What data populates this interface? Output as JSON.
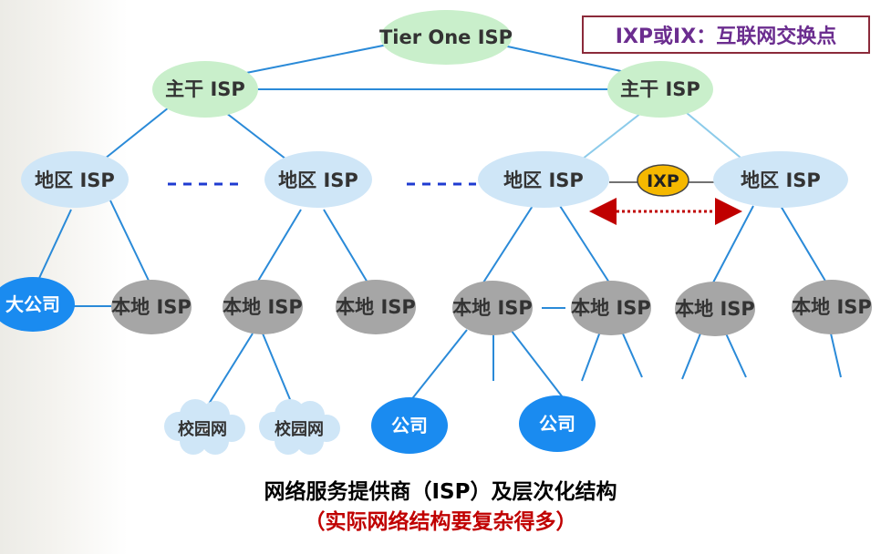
{
  "legend": "IXP或IX：互联网交换点",
  "caption": {
    "title": "网络服务提供商（ISP）及层次化结构",
    "subtitle": "（实际网络结构要复杂得多）"
  },
  "nodes": {
    "tier_one": "Tier One ISP",
    "backbone_left": "主干 ISP",
    "backbone_right": "主干 ISP",
    "region_1": "地区 ISP",
    "region_2": "地区 ISP",
    "region_3": "地区 ISP",
    "region_4": "地区 ISP",
    "ixp": "IXP",
    "big_company": "大公司",
    "local_1": "本地 ISP",
    "local_2": "本地 ISP",
    "local_3": "本地 ISP",
    "local_4": "本地 ISP",
    "local_5": "本地 ISP",
    "local_6": "本地 ISP",
    "local_7": "本地 ISP",
    "campus_1": "校园网",
    "campus_2": "校园网",
    "company_1": "公司",
    "company_2": "公司"
  },
  "colors": {
    "green_node": "#c9efcb",
    "blue_region": "#cfe6f7",
    "gray_local": "#a6a6a6",
    "blue_company": "#1a8bf0",
    "ixp_gold": "#f5b800",
    "link_blue": "#2a8ad8",
    "link_light": "#8ccbea",
    "dash_blue": "#1f3bd1",
    "arrow_red": "#c00000",
    "legend_text": "#6b2d8f",
    "legend_border": "#8b2a3a"
  }
}
